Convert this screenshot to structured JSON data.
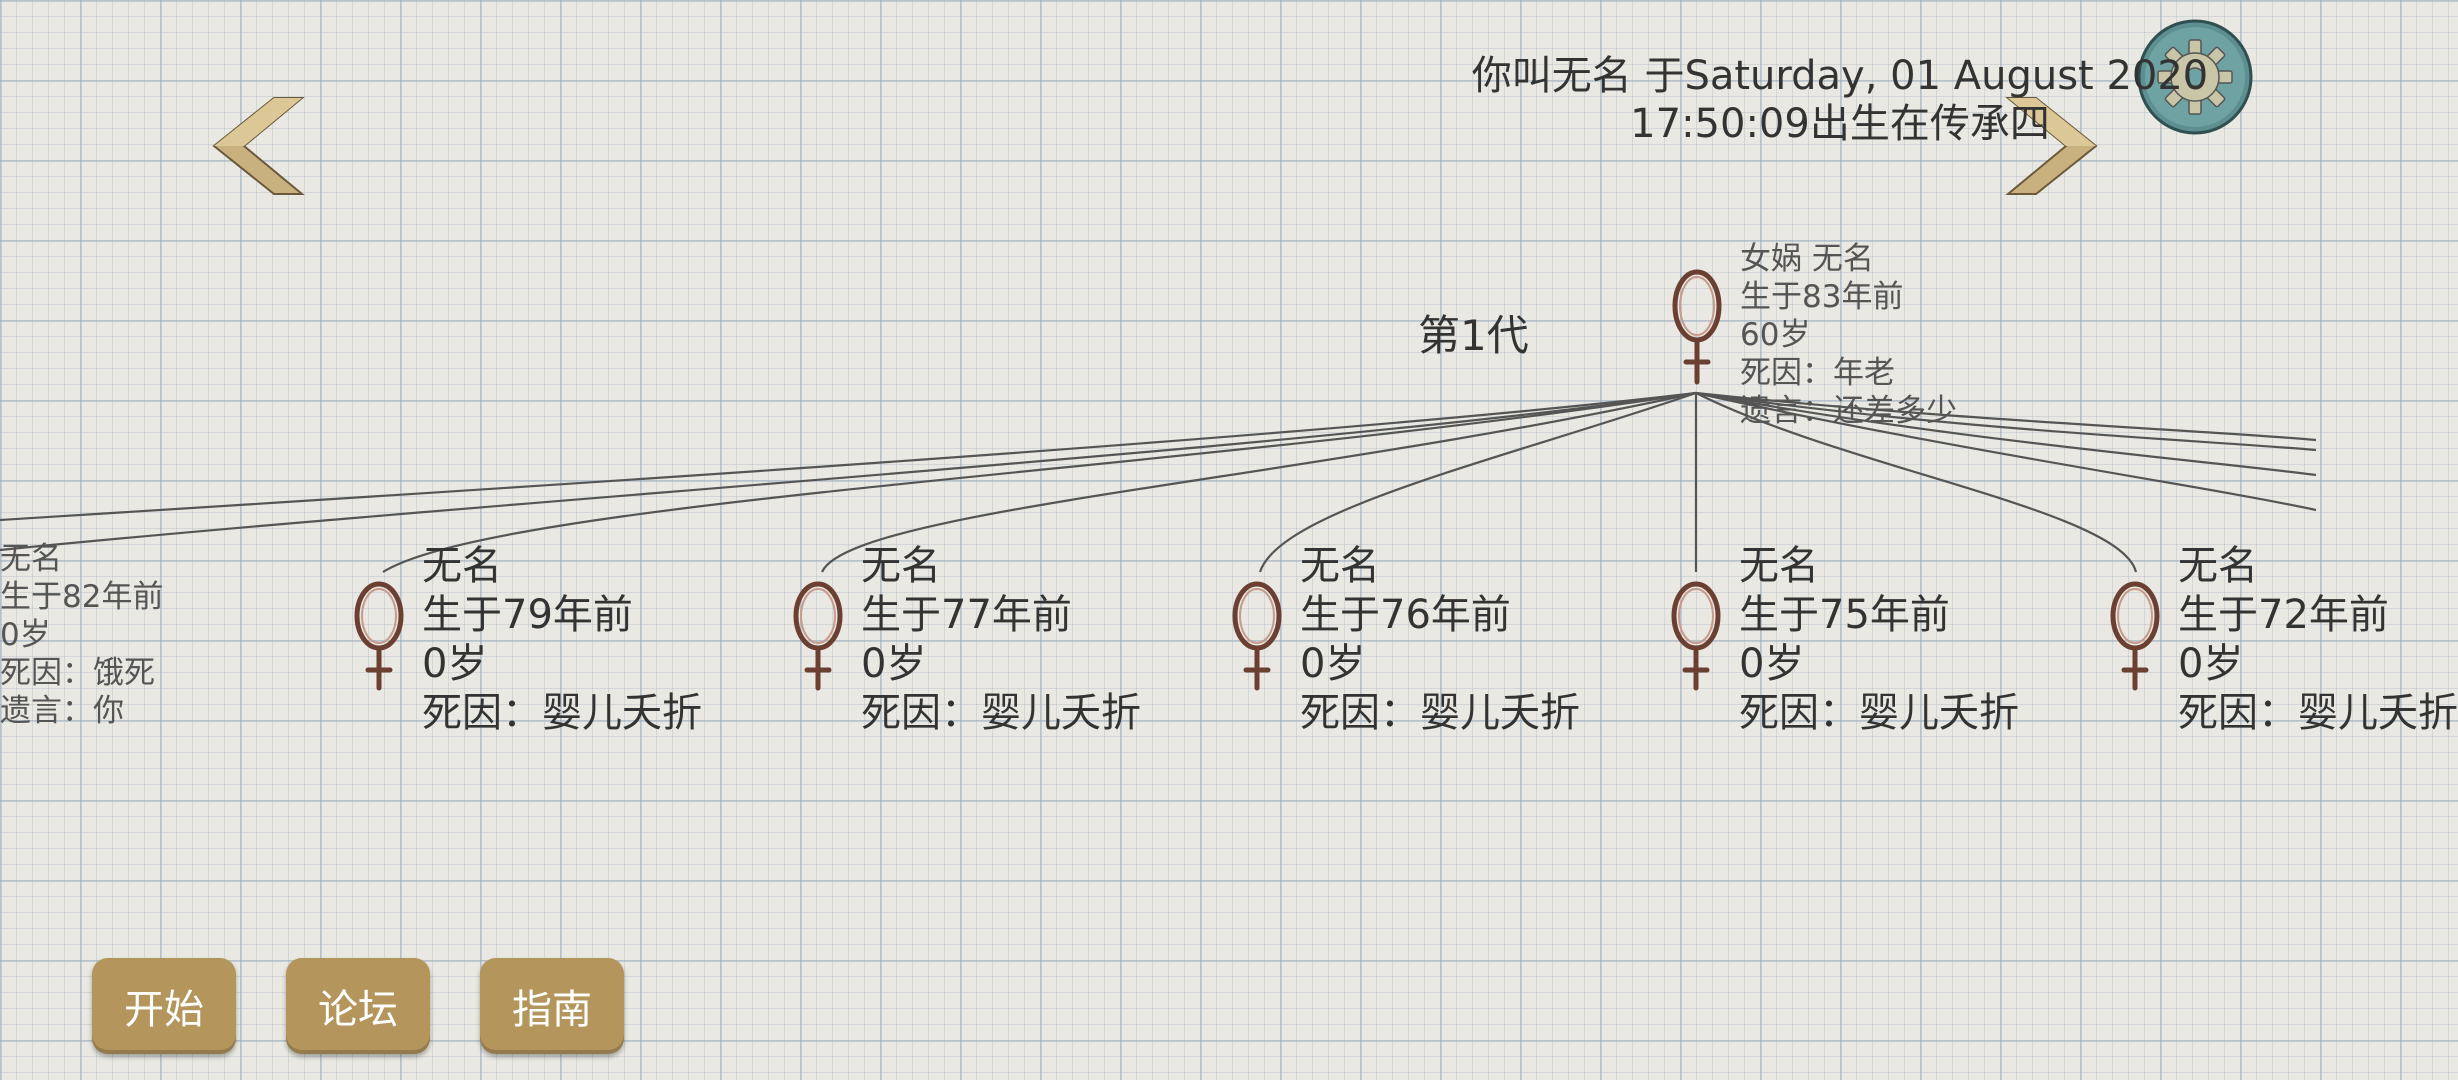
{
  "header": {
    "line1": "你叫无名 于Saturday, 01 August 2020",
    "line2": "17:50:09出生在传承四"
  },
  "generation_label": "第1代",
  "root": {
    "name": "女娲 无名",
    "born": "生于83年前",
    "age": "60岁",
    "cause": "死因：年老",
    "last_words": "遗言：还差多少"
  },
  "children": [
    {
      "name": "无名",
      "born": "生于82年前",
      "age": "0岁",
      "cause": "死因：饿死",
      "last_words": "遗言：你"
    },
    {
      "name": "无名",
      "born": "生于79年前",
      "age": "0岁",
      "cause": "死因：婴儿夭折"
    },
    {
      "name": "无名",
      "born": "生于77年前",
      "age": "0岁",
      "cause": "死因：婴儿夭折"
    },
    {
      "name": "无名",
      "born": "生于76年前",
      "age": "0岁",
      "cause": "死因：婴儿夭折"
    },
    {
      "name": "无名",
      "born": "生于75年前",
      "age": "0岁",
      "cause": "死因：婴儿夭折"
    },
    {
      "name": "无名",
      "born": "生于72年前",
      "age": "0岁",
      "cause": "死因：婴儿夭折"
    }
  ],
  "buttons": {
    "start": "开始",
    "forum": "论坛",
    "guide": "指南"
  },
  "icons": {
    "prev": "chevron-left-icon",
    "next": "chevron-right-icon",
    "settings": "gear-icon",
    "person": "female-symbol-icon"
  },
  "colors": {
    "button": "#b4965d",
    "arrow": "#c9b07f",
    "gear": "#5e8f90",
    "symbol": "#7a4a3a"
  }
}
